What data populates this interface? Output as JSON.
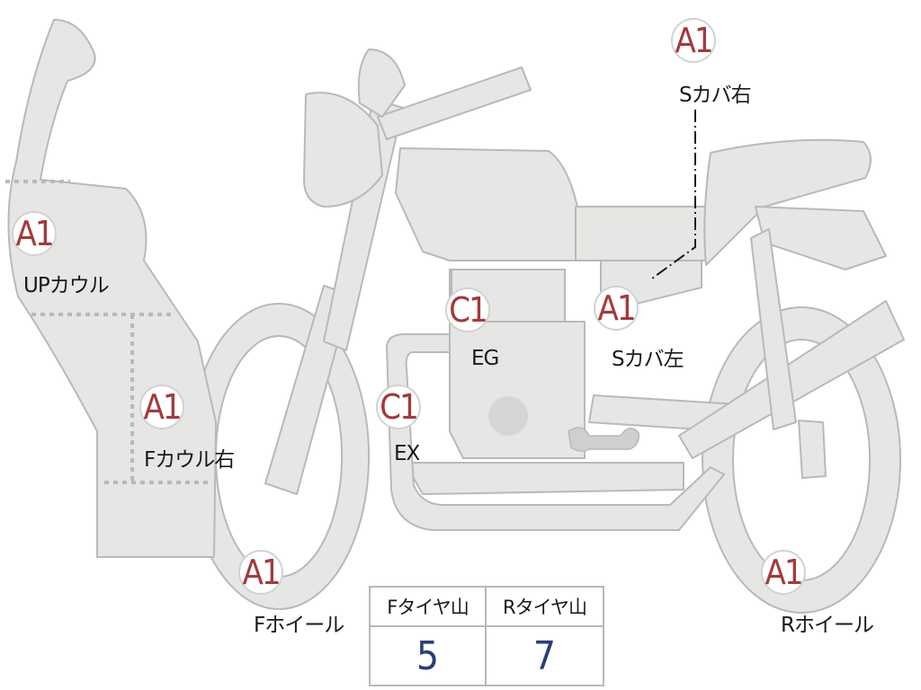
{
  "parts": {
    "up_cowl": {
      "rank": "A1",
      "label": "UPカウル"
    },
    "f_cowl_right": {
      "rank": "A1",
      "label": "Fカウル右"
    },
    "f_wheel": {
      "rank": "A1",
      "label": "Fホイール"
    },
    "engine": {
      "rank": "C1",
      "label": "EG"
    },
    "exhaust": {
      "rank": "C1",
      "label": "EX"
    },
    "side_cover_left": {
      "rank": "A1",
      "label": "Sカバ左"
    },
    "side_cover_right": {
      "rank": "A1",
      "label": "Sカバ右"
    },
    "r_wheel": {
      "rank": "A1",
      "label": "Rホイール"
    }
  },
  "tire_tread": {
    "front_header": "Fタイヤ山",
    "rear_header": "Rタイヤ山",
    "front_value": "5",
    "rear_value": "7"
  },
  "colors": {
    "rank_text": "#a33a3a",
    "tread_value": "#2a3e78",
    "part_fill": "#e6e6e4",
    "part_stroke": "#b9b9b9"
  }
}
